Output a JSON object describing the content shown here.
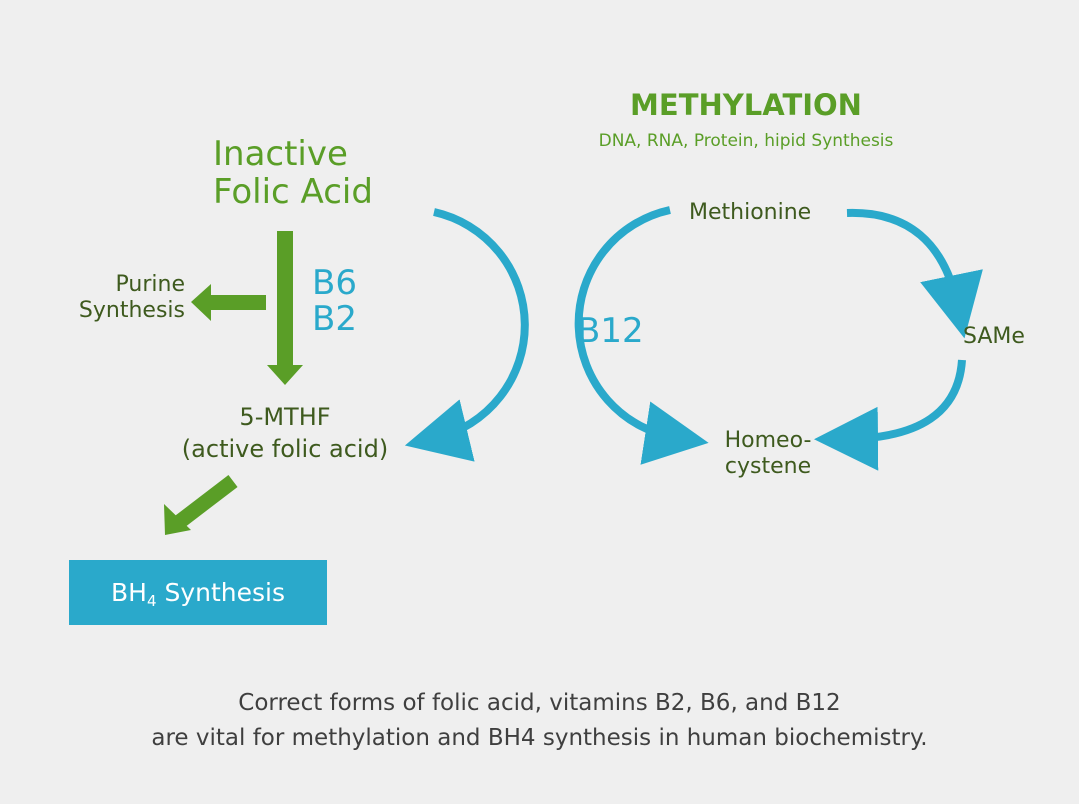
{
  "colors": {
    "background": "#efefef",
    "green": "#5a9e27",
    "dark_green_text": "#3e5a1e",
    "blue": "#2aa9cb"
  },
  "left_pathway": {
    "inactive_line1": "Inactive",
    "inactive_line2": "Folic Acid",
    "cofactor_1": "B6",
    "cofactor_2": "B2",
    "purine_line1": "Purine",
    "purine_line2": "Synthesis",
    "mthf_line1": "5-MTHF",
    "mthf_line2": "(active folic acid)",
    "bh4_main": "BH",
    "bh4_sub": "4",
    "bh4_suffix": " Synthesis"
  },
  "methylation_cycle": {
    "title": "METHYLATION",
    "subtitle": "DNA, RNA, Protein, hipid Synthesis",
    "cofactor": "B12",
    "methionine": "Methionine",
    "same": "SAMe",
    "homeo_line1": "Homeo-",
    "homeo_line2": "cystene"
  },
  "caption": {
    "line1": "Correct forms of folic acid, vitamins B2, B6, and B12",
    "line2": "are vital for methylation and BH4 synthesis in human biochemistry."
  }
}
